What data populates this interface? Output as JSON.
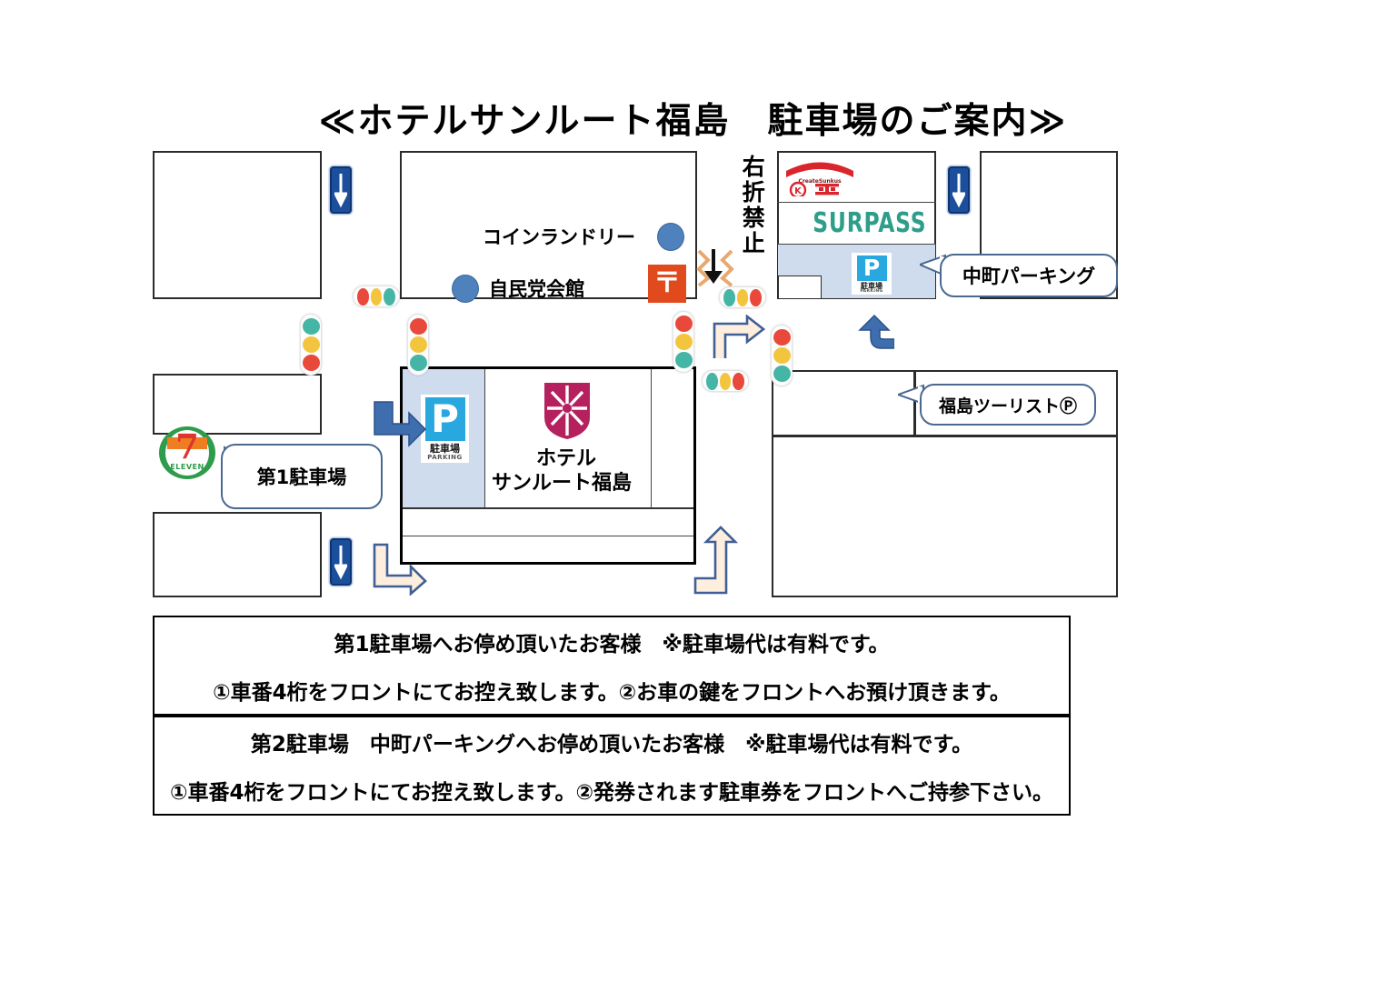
{
  "title": "≪ホテルサンルート福島　駐車場のご案内≫",
  "map": {
    "labels": {
      "coin_laundry": "コインランドリー",
      "ldp_hall": "自民党会館",
      "hotel_line1": "ホテル",
      "hotel_line2": "サンルート福島",
      "no_right_turn": "右折禁止",
      "surpass": "SURPASS",
      "seven_eleven": "ELEVEN",
      "seven_number": "7",
      "post_mark": "〒"
    },
    "callouts": [
      {
        "id": "nakamachi-parking",
        "text": "中町パーキング"
      },
      {
        "id": "first-parking",
        "text": "第1駐車場"
      },
      {
        "id": "fukushima-tourist",
        "text": "福島ツーリストⓅ"
      }
    ],
    "parking_signs": [
      {
        "id": "hotel-parking-sign",
        "letter": "P",
        "caption_jp": "駐車場",
        "caption_en": "PARKING"
      },
      {
        "id": "nakamachi-parking-sign",
        "letter": "P",
        "caption_jp": "駐車場",
        "caption_en": "PARKING"
      }
    ],
    "oneway_signs": [
      {
        "id": "oneway-sign-top-left",
        "direction": "down"
      },
      {
        "id": "oneway-sign-top-right",
        "direction": "down"
      },
      {
        "id": "oneway-sign-bottom-left",
        "direction": "down"
      }
    ],
    "signals": [
      {
        "id": "signal-1",
        "orientation": "horizontal",
        "order": "red-yellow-green"
      },
      {
        "id": "signal-2",
        "orientation": "vertical",
        "order": "green-yellow-red"
      },
      {
        "id": "signal-3",
        "orientation": "vertical",
        "order": "red-yellow-green"
      },
      {
        "id": "signal-4",
        "orientation": "vertical",
        "order": "red-yellow-green"
      },
      {
        "id": "signal-5",
        "orientation": "horizontal",
        "order": "green-yellow-red"
      }
    ],
    "route_arrows": [
      {
        "id": "route-arrow-to-hotel-parking",
        "style": "solid",
        "direction": "down-right"
      },
      {
        "id": "route-arrow-to-nakamachi",
        "style": "solid",
        "direction": "right-up"
      },
      {
        "id": "route-arrow-right-turn",
        "style": "outline",
        "direction": "up-right"
      },
      {
        "id": "route-arrow-bottom-left",
        "style": "outline",
        "direction": "down-right"
      },
      {
        "id": "route-arrow-bottom-right",
        "style": "outline",
        "direction": "left-up"
      },
      {
        "id": "route-arrow-nakamachi-entry",
        "style": "solid",
        "direction": "up"
      }
    ],
    "colors": {
      "parking_blue": "#29a8e0",
      "road_sign_blue": "#1b4f9c",
      "hotel_magenta": "#b4215e",
      "shade_blue": "#cfdcee",
      "post_red": "#e04a1c",
      "surpass_green": "#2e9e8a",
      "signal_red": "#e8493a",
      "signal_yellow": "#f3c53f",
      "signal_green": "#45b5a6",
      "seven_green": "#2e9c4a",
      "seven_orange": "#ef7d22",
      "seven_red": "#e0352b",
      "callout_border": "#4a6890",
      "route_arrow_blue": "#3f6eae"
    }
  },
  "notices": [
    {
      "id": "notice-first-parking",
      "line1": "第1駐車場へお停め頂いたお客様　※駐車場代は有料です。",
      "line2": "①車番4桁をフロントにてお控え致します。②お車の鍵をフロントへお預け頂きます。"
    },
    {
      "id": "notice-second-parking",
      "line1": "第2駐車場　中町パーキングへお停め頂いたお客様　※駐車場代は有料です。",
      "line2": "①車番4桁をフロントにてお控え致します。②発券されます駐車券をフロントへご持参下さい。"
    }
  ]
}
